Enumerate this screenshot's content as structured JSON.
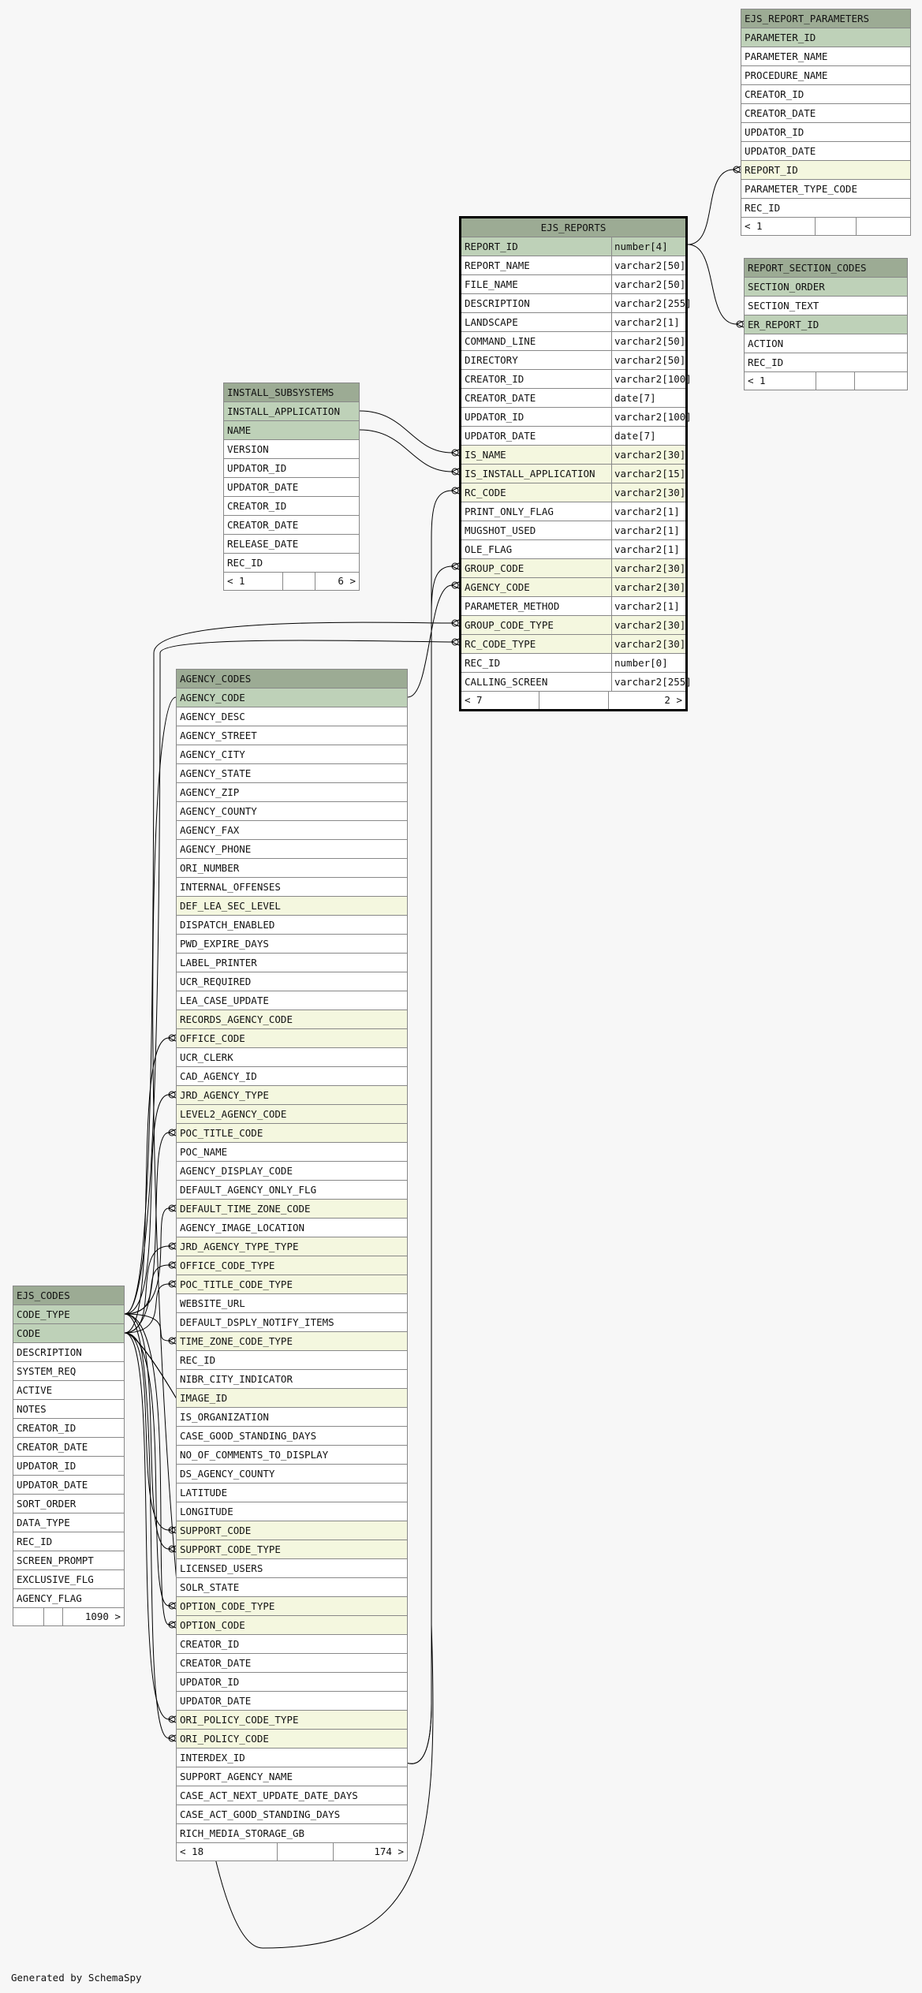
{
  "tables": {
    "ejs_report_parameters": {
      "name": "EJS_REPORT_PARAMETERS",
      "columns": [
        {
          "name": "PARAMETER_ID",
          "kind": "pk"
        },
        {
          "name": "PARAMETER_NAME",
          "kind": ""
        },
        {
          "name": "PROCEDURE_NAME",
          "kind": ""
        },
        {
          "name": "CREATOR_ID",
          "kind": ""
        },
        {
          "name": "CREATOR_DATE",
          "kind": ""
        },
        {
          "name": "UPDATOR_ID",
          "kind": ""
        },
        {
          "name": "UPDATOR_DATE",
          "kind": ""
        },
        {
          "name": "REPORT_ID",
          "kind": "fk"
        },
        {
          "name": "PARAMETER_TYPE_CODE",
          "kind": ""
        },
        {
          "name": "REC_ID",
          "kind": ""
        }
      ],
      "footer": [
        "< 1",
        "",
        ""
      ]
    },
    "report_section_codes": {
      "name": "REPORT_SECTION_CODES",
      "columns": [
        {
          "name": "SECTION_ORDER",
          "kind": "pk"
        },
        {
          "name": "SECTION_TEXT",
          "kind": ""
        },
        {
          "name": "ER_REPORT_ID",
          "kind": "pk"
        },
        {
          "name": "ACTION",
          "kind": ""
        },
        {
          "name": "REC_ID",
          "kind": ""
        }
      ],
      "footer": [
        "< 1",
        "",
        ""
      ]
    },
    "ejs_reports": {
      "name": "EJS_REPORTS",
      "columns": [
        {
          "name": "REPORT_ID",
          "type": "number[4]",
          "kind": "pk"
        },
        {
          "name": "REPORT_NAME",
          "type": "varchar2[50]",
          "kind": ""
        },
        {
          "name": "FILE_NAME",
          "type": "varchar2[50]",
          "kind": ""
        },
        {
          "name": "DESCRIPTION",
          "type": "varchar2[255]",
          "kind": ""
        },
        {
          "name": "LANDSCAPE",
          "type": "varchar2[1]",
          "kind": ""
        },
        {
          "name": "COMMAND_LINE",
          "type": "varchar2[50]",
          "kind": ""
        },
        {
          "name": "DIRECTORY",
          "type": "varchar2[50]",
          "kind": ""
        },
        {
          "name": "CREATOR_ID",
          "type": "varchar2[100]",
          "kind": ""
        },
        {
          "name": "CREATOR_DATE",
          "type": "date[7]",
          "kind": ""
        },
        {
          "name": "UPDATOR_ID",
          "type": "varchar2[100]",
          "kind": ""
        },
        {
          "name": "UPDATOR_DATE",
          "type": "date[7]",
          "kind": ""
        },
        {
          "name": "IS_NAME",
          "type": "varchar2[30]",
          "kind": "fk"
        },
        {
          "name": "IS_INSTALL_APPLICATION",
          "type": "varchar2[15]",
          "kind": "fk"
        },
        {
          "name": "RC_CODE",
          "type": "varchar2[30]",
          "kind": "fk"
        },
        {
          "name": "PRINT_ONLY_FLAG",
          "type": "varchar2[1]",
          "kind": ""
        },
        {
          "name": "MUGSHOT_USED",
          "type": "varchar2[1]",
          "kind": ""
        },
        {
          "name": "OLE_FLAG",
          "type": "varchar2[1]",
          "kind": ""
        },
        {
          "name": "GROUP_CODE",
          "type": "varchar2[30]",
          "kind": "fk"
        },
        {
          "name": "AGENCY_CODE",
          "type": "varchar2[30]",
          "kind": "fk"
        },
        {
          "name": "PARAMETER_METHOD",
          "type": "varchar2[1]",
          "kind": ""
        },
        {
          "name": "GROUP_CODE_TYPE",
          "type": "varchar2[30]",
          "kind": "fk"
        },
        {
          "name": "RC_CODE_TYPE",
          "type": "varchar2[30]",
          "kind": "fk"
        },
        {
          "name": "REC_ID",
          "type": "number[0]",
          "kind": ""
        },
        {
          "name": "CALLING_SCREEN",
          "type": "varchar2[255]",
          "kind": ""
        }
      ],
      "footer": [
        "< 7",
        "",
        "2 >"
      ]
    },
    "install_subsystems": {
      "name": "INSTALL_SUBSYSTEMS",
      "columns": [
        {
          "name": "INSTALL_APPLICATION",
          "kind": "pk"
        },
        {
          "name": "NAME",
          "kind": "pk"
        },
        {
          "name": "VERSION",
          "kind": ""
        },
        {
          "name": "UPDATOR_ID",
          "kind": ""
        },
        {
          "name": "UPDATOR_DATE",
          "kind": ""
        },
        {
          "name": "CREATOR_ID",
          "kind": ""
        },
        {
          "name": "CREATOR_DATE",
          "kind": ""
        },
        {
          "name": "RELEASE_DATE",
          "kind": ""
        },
        {
          "name": "REC_ID",
          "kind": ""
        }
      ],
      "footer": [
        "< 1",
        "",
        "6 >"
      ]
    },
    "agency_codes": {
      "name": "AGENCY_CODES",
      "columns": [
        {
          "name": "AGENCY_CODE",
          "kind": "pk"
        },
        {
          "name": "AGENCY_DESC",
          "kind": ""
        },
        {
          "name": "AGENCY_STREET",
          "kind": ""
        },
        {
          "name": "AGENCY_CITY",
          "kind": ""
        },
        {
          "name": "AGENCY_STATE",
          "kind": ""
        },
        {
          "name": "AGENCY_ZIP",
          "kind": ""
        },
        {
          "name": "AGENCY_COUNTY",
          "kind": ""
        },
        {
          "name": "AGENCY_FAX",
          "kind": ""
        },
        {
          "name": "AGENCY_PHONE",
          "kind": ""
        },
        {
          "name": "ORI_NUMBER",
          "kind": ""
        },
        {
          "name": "INTERNAL_OFFENSES",
          "kind": ""
        },
        {
          "name": "DEF_LEA_SEC_LEVEL",
          "kind": "fk"
        },
        {
          "name": "DISPATCH_ENABLED",
          "kind": ""
        },
        {
          "name": "PWD_EXPIRE_DAYS",
          "kind": ""
        },
        {
          "name": "LABEL_PRINTER",
          "kind": ""
        },
        {
          "name": "UCR_REQUIRED",
          "kind": ""
        },
        {
          "name": "LEA_CASE_UPDATE",
          "kind": ""
        },
        {
          "name": "RECORDS_AGENCY_CODE",
          "kind": "fk"
        },
        {
          "name": "OFFICE_CODE",
          "kind": "fk"
        },
        {
          "name": "UCR_CLERK",
          "kind": ""
        },
        {
          "name": "CAD_AGENCY_ID",
          "kind": ""
        },
        {
          "name": "JRD_AGENCY_TYPE",
          "kind": "fk"
        },
        {
          "name": "LEVEL2_AGENCY_CODE",
          "kind": "fk"
        },
        {
          "name": "POC_TITLE_CODE",
          "kind": "fk"
        },
        {
          "name": "POC_NAME",
          "kind": ""
        },
        {
          "name": "AGENCY_DISPLAY_CODE",
          "kind": ""
        },
        {
          "name": "DEFAULT_AGENCY_ONLY_FLG",
          "kind": ""
        },
        {
          "name": "DEFAULT_TIME_ZONE_CODE",
          "kind": "fk"
        },
        {
          "name": "AGENCY_IMAGE_LOCATION",
          "kind": ""
        },
        {
          "name": "JRD_AGENCY_TYPE_TYPE",
          "kind": "fk"
        },
        {
          "name": "OFFICE_CODE_TYPE",
          "kind": "fk"
        },
        {
          "name": "POC_TITLE_CODE_TYPE",
          "kind": "fk"
        },
        {
          "name": "WEBSITE_URL",
          "kind": ""
        },
        {
          "name": "DEFAULT_DSPLY_NOTIFY_ITEMS",
          "kind": ""
        },
        {
          "name": "TIME_ZONE_CODE_TYPE",
          "kind": "fk"
        },
        {
          "name": "REC_ID",
          "kind": ""
        },
        {
          "name": "NIBR_CITY_INDICATOR",
          "kind": ""
        },
        {
          "name": "IMAGE_ID",
          "kind": "fk"
        },
        {
          "name": "IS_ORGANIZATION",
          "kind": ""
        },
        {
          "name": "CASE_GOOD_STANDING_DAYS",
          "kind": ""
        },
        {
          "name": "NO_OF_COMMENTS_TO_DISPLAY",
          "kind": ""
        },
        {
          "name": "DS_AGENCY_COUNTY",
          "kind": ""
        },
        {
          "name": "LATITUDE",
          "kind": ""
        },
        {
          "name": "LONGITUDE",
          "kind": ""
        },
        {
          "name": "SUPPORT_CODE",
          "kind": "fk"
        },
        {
          "name": "SUPPORT_CODE_TYPE",
          "kind": "fk"
        },
        {
          "name": "LICENSED_USERS",
          "kind": ""
        },
        {
          "name": "SOLR_STATE",
          "kind": ""
        },
        {
          "name": "OPTION_CODE_TYPE",
          "kind": "fk"
        },
        {
          "name": "OPTION_CODE",
          "kind": "fk"
        },
        {
          "name": "CREATOR_ID",
          "kind": ""
        },
        {
          "name": "CREATOR_DATE",
          "kind": ""
        },
        {
          "name": "UPDATOR_ID",
          "kind": ""
        },
        {
          "name": "UPDATOR_DATE",
          "kind": ""
        },
        {
          "name": "ORI_POLICY_CODE_TYPE",
          "kind": "fk"
        },
        {
          "name": "ORI_POLICY_CODE",
          "kind": "fk"
        },
        {
          "name": "INTERDEX_ID",
          "kind": ""
        },
        {
          "name": "SUPPORT_AGENCY_NAME",
          "kind": ""
        },
        {
          "name": "CASE_ACT_NEXT_UPDATE_DATE_DAYS",
          "kind": ""
        },
        {
          "name": "CASE_ACT_GOOD_STANDING_DAYS",
          "kind": ""
        },
        {
          "name": "RICH_MEDIA_STORAGE_GB",
          "kind": ""
        }
      ],
      "footer": [
        "< 18",
        "",
        "174 >"
      ]
    },
    "ejs_codes": {
      "name": "EJS_CODES",
      "columns": [
        {
          "name": "CODE_TYPE",
          "kind": "pk"
        },
        {
          "name": "CODE",
          "kind": "pk"
        },
        {
          "name": "DESCRIPTION",
          "kind": ""
        },
        {
          "name": "SYSTEM_REQ",
          "kind": ""
        },
        {
          "name": "ACTIVE",
          "kind": ""
        },
        {
          "name": "NOTES",
          "kind": ""
        },
        {
          "name": "CREATOR_ID",
          "kind": ""
        },
        {
          "name": "CREATOR_DATE",
          "kind": ""
        },
        {
          "name": "UPDATOR_ID",
          "kind": ""
        },
        {
          "name": "UPDATOR_DATE",
          "kind": ""
        },
        {
          "name": "SORT_ORDER",
          "kind": ""
        },
        {
          "name": "DATA_TYPE",
          "kind": ""
        },
        {
          "name": "REC_ID",
          "kind": ""
        },
        {
          "name": "SCREEN_PROMPT",
          "kind": ""
        },
        {
          "name": "EXCLUSIVE_FLG",
          "kind": ""
        },
        {
          "name": "AGENCY_FLAG",
          "kind": ""
        }
      ],
      "footer": [
        "",
        "",
        "1090 >"
      ]
    }
  },
  "generated_by": "Generated by SchemaSpy",
  "colors": {
    "header": "#9cab94",
    "primary_key": "#bed1b8",
    "foreign_key": "#f4f7df",
    "background": "#f7f7f7"
  }
}
